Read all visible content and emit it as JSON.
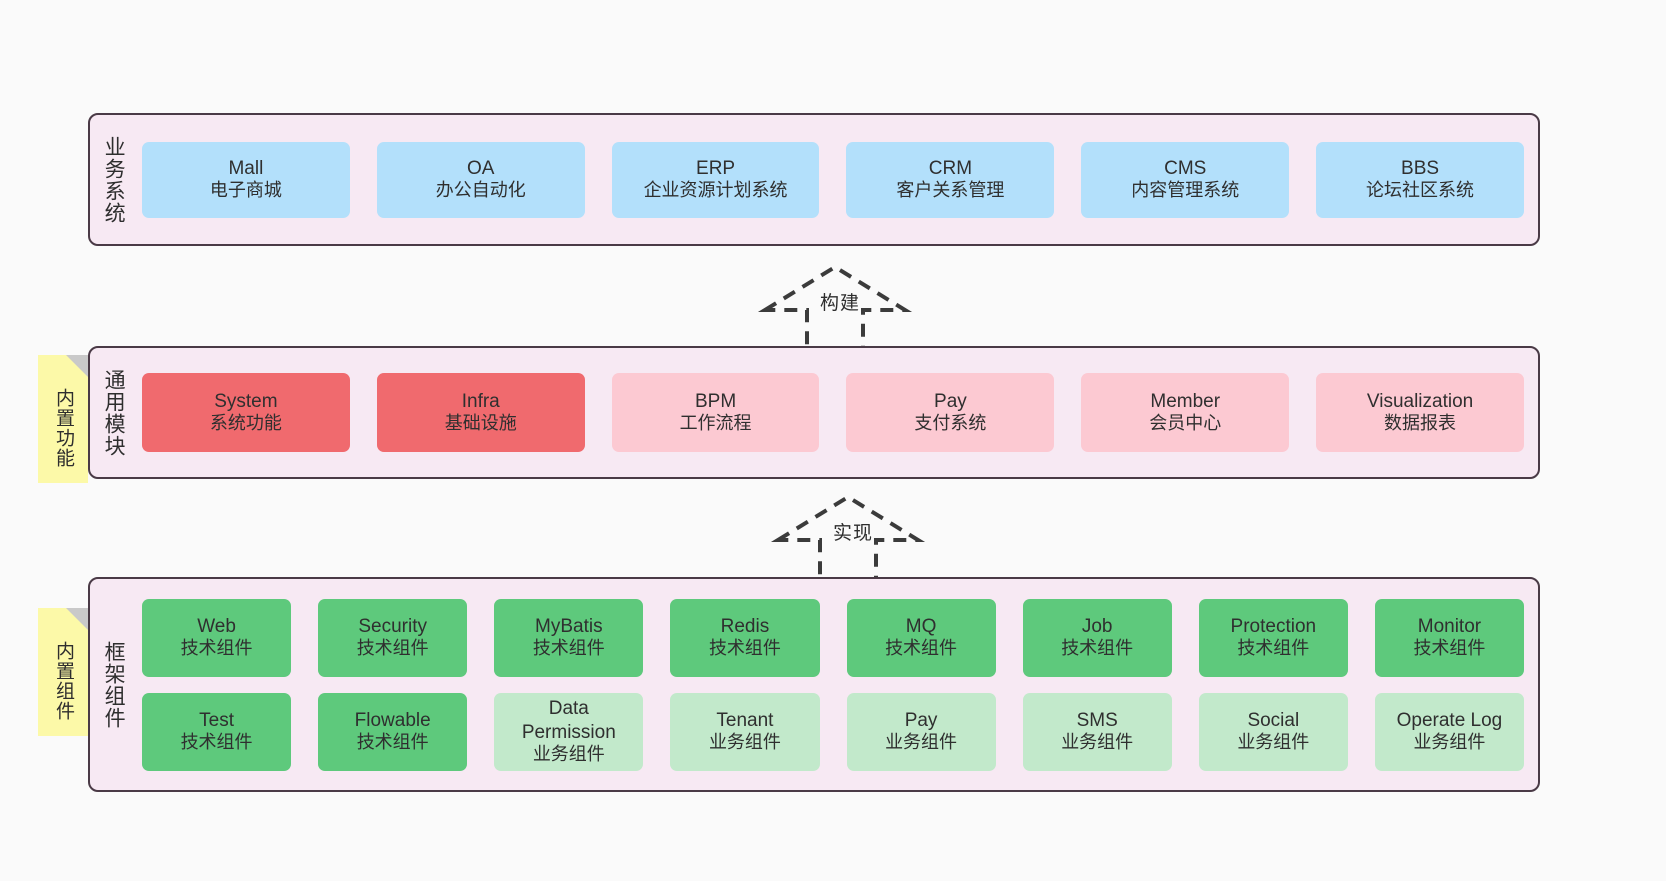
{
  "canvas": {
    "background": "#fafafa",
    "panel_fill": "#f7e9f3",
    "panel_stroke": "#4a3a46",
    "note_fill": "#fcf9a8",
    "note_fold": "#c9c9c9"
  },
  "layers": [
    {
      "id": "business",
      "title": "业务系统",
      "rows": [
        {
          "nodes": [
            {
              "en": "Mall",
              "cn": "电子商城",
              "color": "#b3e0fb",
              "style": "blue"
            },
            {
              "en": "OA",
              "cn": "办公自动化",
              "color": "#b3e0fb",
              "style": "blue"
            },
            {
              "en": "ERP",
              "cn": "企业资源计划系统",
              "color": "#b3e0fb",
              "style": "blue"
            },
            {
              "en": "CRM",
              "cn": "客户关系管理",
              "color": "#b3e0fb",
              "style": "blue"
            },
            {
              "en": "CMS",
              "cn": "内容管理系统",
              "color": "#b3e0fb",
              "style": "blue"
            },
            {
              "en": "BBS",
              "cn": "论坛社区系统",
              "color": "#b3e0fb",
              "style": "blue"
            }
          ]
        }
      ]
    },
    {
      "id": "modules",
      "title": "通用模块",
      "note": "内置功能",
      "rows": [
        {
          "nodes": [
            {
              "en": "System",
              "cn": "系统功能",
              "color": "#f06a6e",
              "style": "red"
            },
            {
              "en": "Infra",
              "cn": "基础设施",
              "color": "#f06a6e",
              "style": "red"
            },
            {
              "en": "BPM",
              "cn": "工作流程",
              "color": "#fcc9d2",
              "style": "pink"
            },
            {
              "en": "Pay",
              "cn": "支付系统",
              "color": "#fcc9d2",
              "style": "pink"
            },
            {
              "en": "Member",
              "cn": "会员中心",
              "color": "#fcc9d2",
              "style": "pink"
            },
            {
              "en": "Visualization",
              "cn": "数据报表",
              "color": "#fcc9d2",
              "style": "pink"
            }
          ]
        }
      ]
    },
    {
      "id": "framework",
      "title": "框架组件",
      "note": "内置组件",
      "rows": [
        {
          "nodes": [
            {
              "en": "Web",
              "cn": "技术组件",
              "color": "#5ec97c",
              "style": "green"
            },
            {
              "en": "Security",
              "cn": "技术组件",
              "color": "#5ec97c",
              "style": "green"
            },
            {
              "en": "MyBatis",
              "cn": "技术组件",
              "color": "#5ec97c",
              "style": "green"
            },
            {
              "en": "Redis",
              "cn": "技术组件",
              "color": "#5ec97c",
              "style": "green"
            },
            {
              "en": "MQ",
              "cn": "技术组件",
              "color": "#5ec97c",
              "style": "green"
            },
            {
              "en": "Job",
              "cn": "技术组件",
              "color": "#5ec97c",
              "style": "green"
            },
            {
              "en": "Protection",
              "cn": "技术组件",
              "color": "#5ec97c",
              "style": "green"
            },
            {
              "en": "Monitor",
              "cn": "技术组件",
              "color": "#5ec97c",
              "style": "green"
            }
          ]
        },
        {
          "nodes": [
            {
              "en": "Test",
              "cn": "技术组件",
              "color": "#5ec97c",
              "style": "green"
            },
            {
              "en": "Flowable",
              "cn": "技术组件",
              "color": "#5ec97c",
              "style": "green"
            },
            {
              "en": "Data Permission",
              "cn": "业务组件",
              "color": "#c2e9cb",
              "style": "lgreen"
            },
            {
              "en": "Tenant",
              "cn": "业务组件",
              "color": "#c2e9cb",
              "style": "lgreen"
            },
            {
              "en": "Pay",
              "cn": "业务组件",
              "color": "#c2e9cb",
              "style": "lgreen"
            },
            {
              "en": "SMS",
              "cn": "业务组件",
              "color": "#c2e9cb",
              "style": "lgreen"
            },
            {
              "en": "Social",
              "cn": "业务组件",
              "color": "#c2e9cb",
              "style": "lgreen"
            },
            {
              "en": "Operate Log",
              "cn": "业务组件",
              "color": "#c2e9cb",
              "style": "lgreen"
            }
          ]
        }
      ]
    }
  ],
  "connectors": [
    {
      "id": "build",
      "label": "构建",
      "style": "dashed-hollow-triangle"
    },
    {
      "id": "realize",
      "label": "实现",
      "style": "dashed-hollow-triangle"
    }
  ]
}
